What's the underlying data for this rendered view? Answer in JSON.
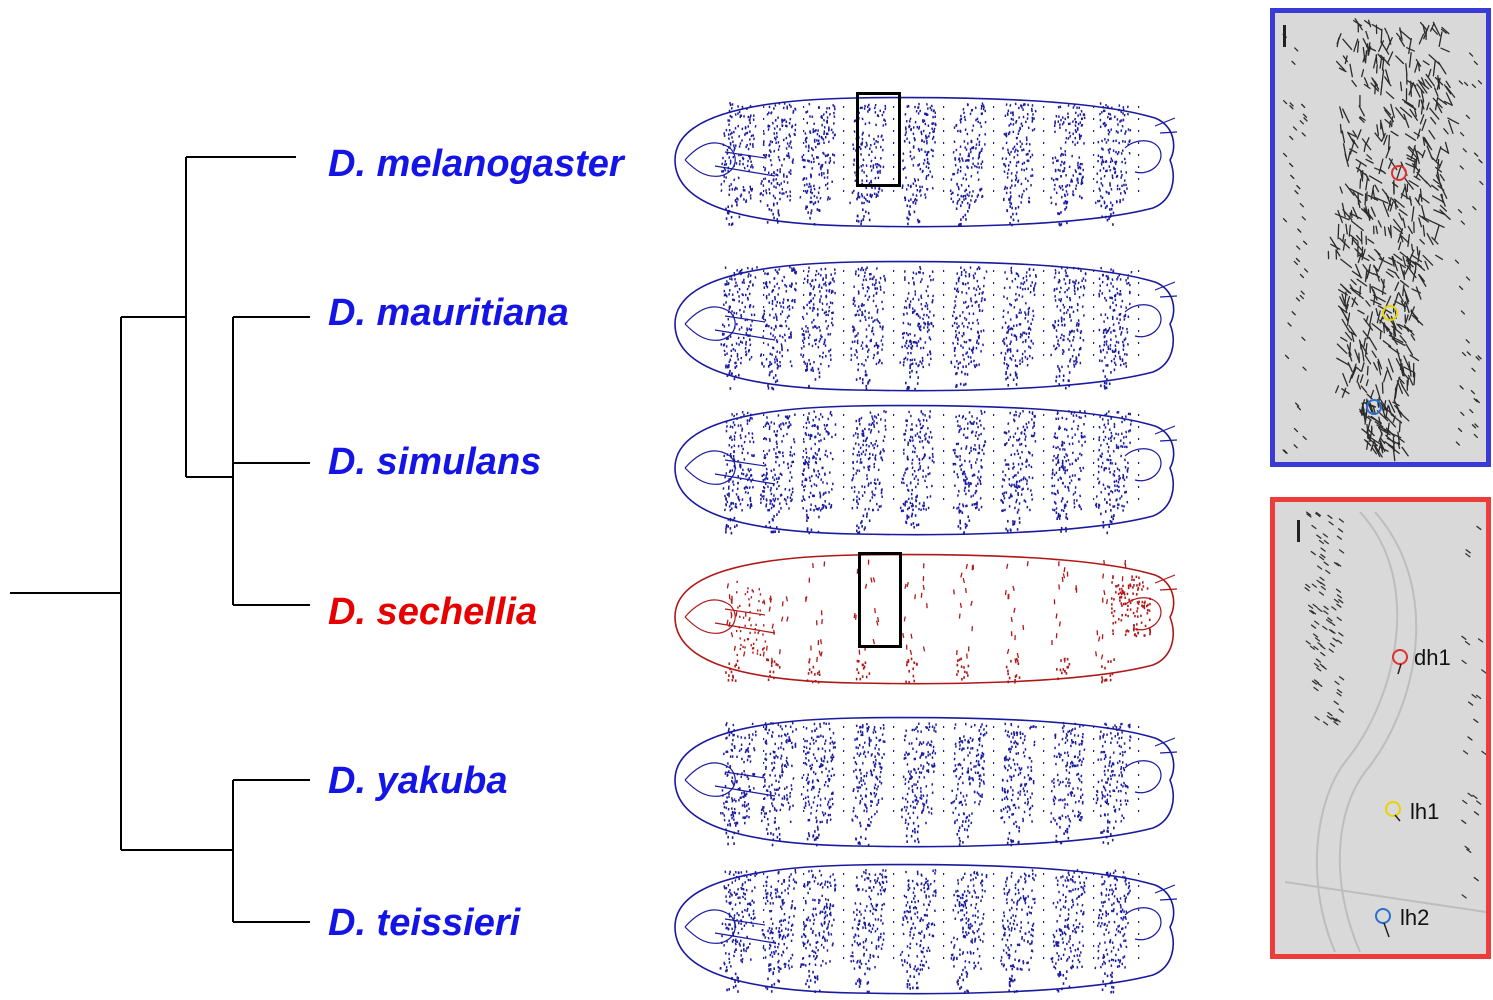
{
  "tree": {
    "species": [
      {
        "name": "D. melanogaster",
        "color": "#1414e6"
      },
      {
        "name": "D. mauritiana",
        "color": "#1414e6"
      },
      {
        "name": "D. simulans",
        "color": "#1414e6"
      },
      {
        "name": "D. sechellia",
        "color": "#e60000"
      },
      {
        "name": "D. yakuba",
        "color": "#1414e6"
      },
      {
        "name": "D. teissieri",
        "color": "#1414e6"
      }
    ]
  },
  "larvae": {
    "dense_color": "#1a1aa0",
    "sparse_color": "#b01818",
    "highlighted_species": [
      "D. melanogaster",
      "D. sechellia"
    ]
  },
  "panels": {
    "top": {
      "border_color": "#3a3ad6",
      "species": "D. melanogaster"
    },
    "bottom": {
      "border_color": "#ee3b3b",
      "species": "D. sechellia",
      "labels": {
        "dh1": "dh1",
        "lh1": "lh1",
        "lh2": "lh2"
      }
    },
    "marker_colors": {
      "dh1": "#e03030",
      "lh1": "#e6d400",
      "lh2": "#2a6fd0"
    }
  }
}
